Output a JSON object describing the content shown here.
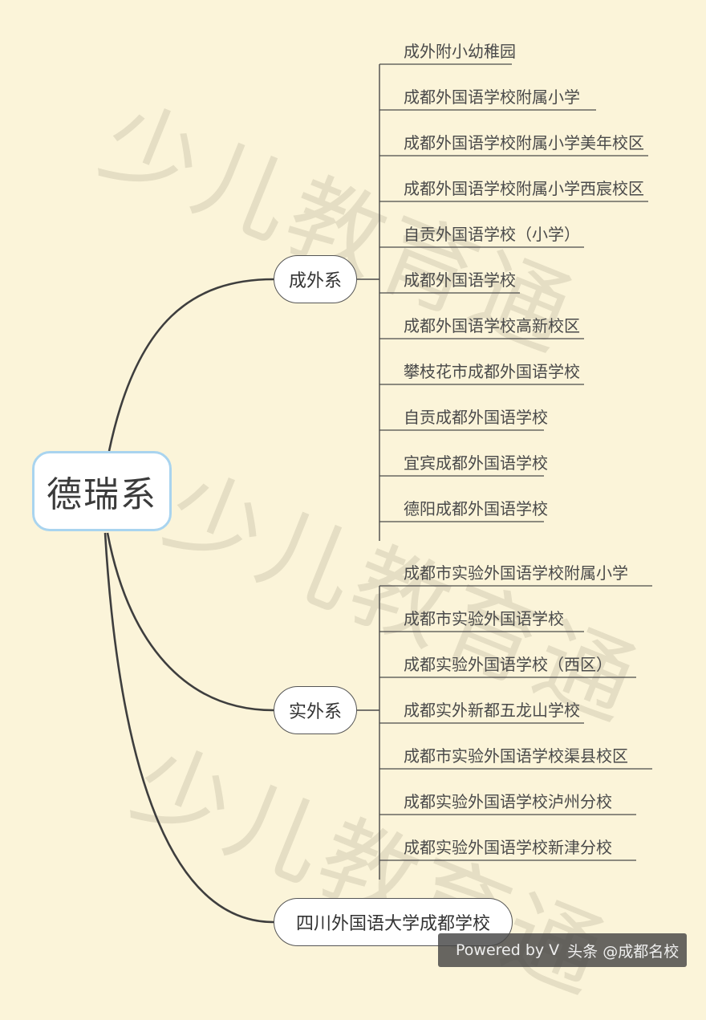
{
  "watermark": "少儿教育通",
  "root": {
    "label": "德瑞系"
  },
  "branches": [
    {
      "label": "成外系",
      "leaves": [
        "成外附小幼稚园",
        "成都外国语学校附属小学",
        "成都外国语学校附属小学美年校区",
        "成都外国语学校附属小学西宸校区",
        "自贡外国语学校（小学）",
        "成都外国语学校",
        "成都外国语学校高新校区",
        "攀枝花市成都外国语学校",
        "自贡成都外国语学校",
        "宜宾成都外国语学校",
        "德阳成都外国语学校"
      ]
    },
    {
      "label": "实外系",
      "leaves": [
        "成都市实验外国语学校附属小学",
        "成都市实验外国语学校",
        "成都实验外国语学校（西区）",
        "成都实外新都五龙山学校",
        "成都市实验外国语学校渠县校区",
        "成都实验外国语学校泸州分校",
        "成都实验外国语学校新津分校"
      ]
    },
    {
      "label": "四川外国语大学成都学校",
      "leaves": []
    }
  ],
  "footer": {
    "powered": "Powered by V",
    "source": "头条 @成都名校"
  }
}
